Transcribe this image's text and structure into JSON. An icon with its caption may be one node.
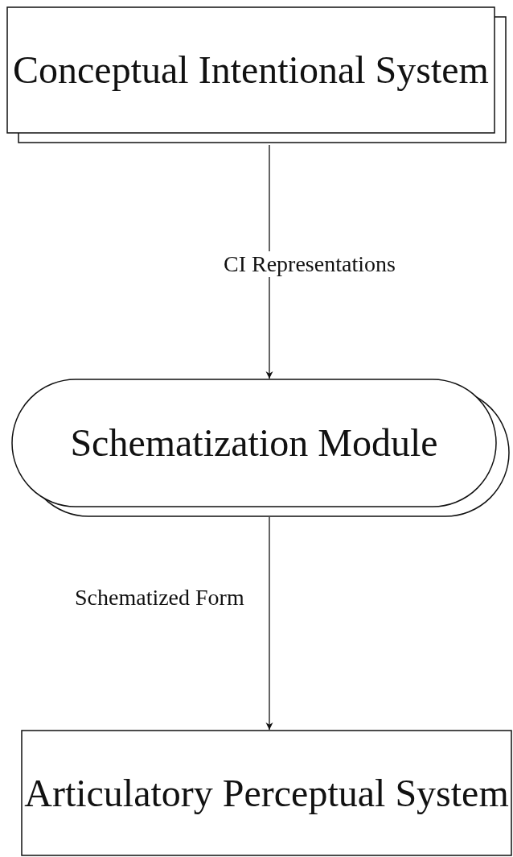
{
  "diagram": {
    "nodes": [
      {
        "text": [
          "Conceptual Intentional System"
        ]
      },
      {
        "text": [
          "Schematization Module"
        ]
      },
      {
        "text": [
          "Articulatory Perceptual System"
        ]
      }
    ],
    "edges": [
      {
        "from": 0,
        "to": 1,
        "arrow": "to",
        "label": "CI Representations"
      },
      {
        "from": 1,
        "to": 2,
        "arrow": "to",
        "label": "Schematized Form"
      }
    ]
  }
}
